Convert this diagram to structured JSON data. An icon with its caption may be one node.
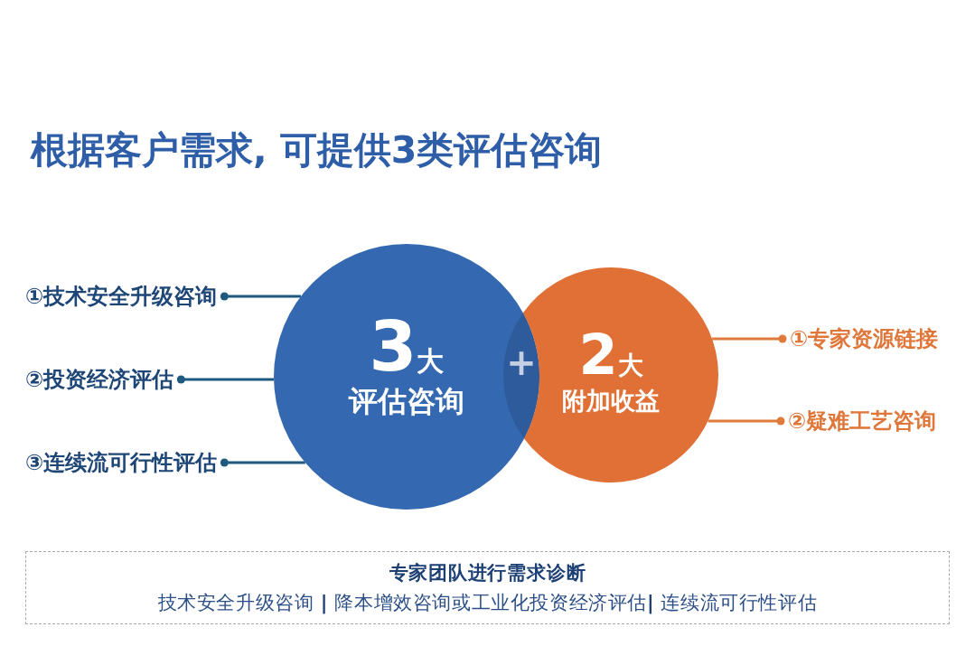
{
  "diagram": {
    "title": "根据客户需求, 可提供3类评估咨询",
    "nodes": [
      {
        "text": [
          "3大",
          "评估咨询"
        ]
      },
      {
        "text": [
          "2大",
          "附加收益"
        ]
      },
      {
        "text": [
          "①技术安全升级咨询"
        ]
      },
      {
        "text": [
          "②投资经济评估"
        ]
      },
      {
        "text": [
          "③连续流可行性评估"
        ]
      },
      {
        "text": [
          "①专家资源链接"
        ]
      },
      {
        "text": [
          "②疑难工艺咨询"
        ]
      },
      {
        "text": [
          "专家团队进行需求诊断",
          "技术安全升级咨询 **|** 降本增效咨询或工业化投资经济评估**|** 连续流可行性评估"
        ]
      }
    ],
    "edges": [
      {
        "from": 0,
        "to": 2,
        "arrow": "other"
      },
      {
        "from": 0,
        "to": 3,
        "arrow": "other"
      },
      {
        "from": 0,
        "to": 4,
        "arrow": "other"
      },
      {
        "from": 1,
        "to": 5,
        "arrow": "other",
        "color": "#e07a3a"
      },
      {
        "from": 1,
        "to": 6,
        "arrow": "other",
        "color": "#e07a3a"
      }
    ],
    "labels": [
      "+"
    ]
  }
}
